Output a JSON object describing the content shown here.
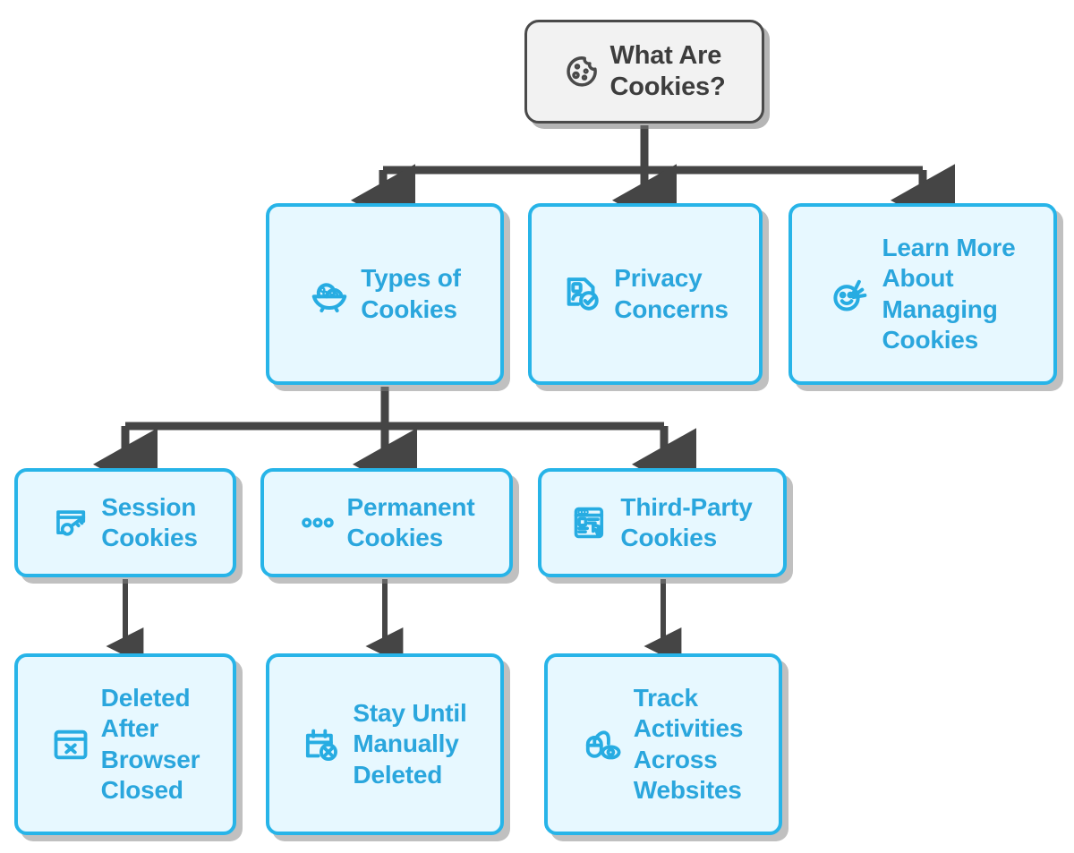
{
  "diagram": {
    "title": "What Are Cookies?",
    "type": "hierarchy-flowchart",
    "colors": {
      "root_fill": "#f2f2f2",
      "root_border": "#4a4a4a",
      "root_text": "#3d3d3d",
      "node_fill": "#e7f8ff",
      "node_border": "#27b4e8",
      "node_text": "#2aa6dd",
      "connector": "#454545",
      "shadow": "#8a8a8a",
      "background": "#ffffff"
    }
  },
  "nodes": {
    "root": {
      "label": "What Are\nCookies?",
      "icon": "cookie-icon",
      "level": 0
    },
    "types_of_cookies": {
      "label": "Types of\nCookies",
      "icon": "cookie-bowl-icon",
      "level": 1
    },
    "privacy_concerns": {
      "label": "Privacy\nConcerns",
      "icon": "privacy-document-icon",
      "level": 1
    },
    "learn_more": {
      "label": "Learn More\nAbout\nManaging\nCookies",
      "icon": "smiley-pointer-icon",
      "level": 1
    },
    "session_cookies": {
      "label": "Session\nCookies",
      "icon": "browser-key-icon",
      "level": 2
    },
    "permanent_cookies": {
      "label": "Permanent\nCookies",
      "icon": "three-dots-icon",
      "level": 2
    },
    "third_party_cookies": {
      "label": "Third-Party\nCookies",
      "icon": "website-click-icon",
      "level": 2
    },
    "deleted_after_browser_closed": {
      "label": "Deleted\nAfter\nBrowser\nClosed",
      "icon": "browser-close-icon",
      "level": 3
    },
    "stay_until_manually_deleted": {
      "label": "Stay Until\nManually\nDeleted",
      "icon": "calendar-cancel-icon",
      "level": 3
    },
    "track_activities_across_websites": {
      "label": "Track\nActivities\nAcross\nWebsites",
      "icon": "mouse-eye-icon",
      "level": 3
    }
  },
  "edges": [
    {
      "from": "root",
      "to": "types_of_cookies"
    },
    {
      "from": "root",
      "to": "privacy_concerns"
    },
    {
      "from": "root",
      "to": "learn_more"
    },
    {
      "from": "types_of_cookies",
      "to": "session_cookies"
    },
    {
      "from": "types_of_cookies",
      "to": "permanent_cookies"
    },
    {
      "from": "types_of_cookies",
      "to": "third_party_cookies"
    },
    {
      "from": "session_cookies",
      "to": "deleted_after_browser_closed"
    },
    {
      "from": "permanent_cookies",
      "to": "stay_until_manually_deleted"
    },
    {
      "from": "third_party_cookies",
      "to": "track_activities_across_websites"
    }
  ]
}
